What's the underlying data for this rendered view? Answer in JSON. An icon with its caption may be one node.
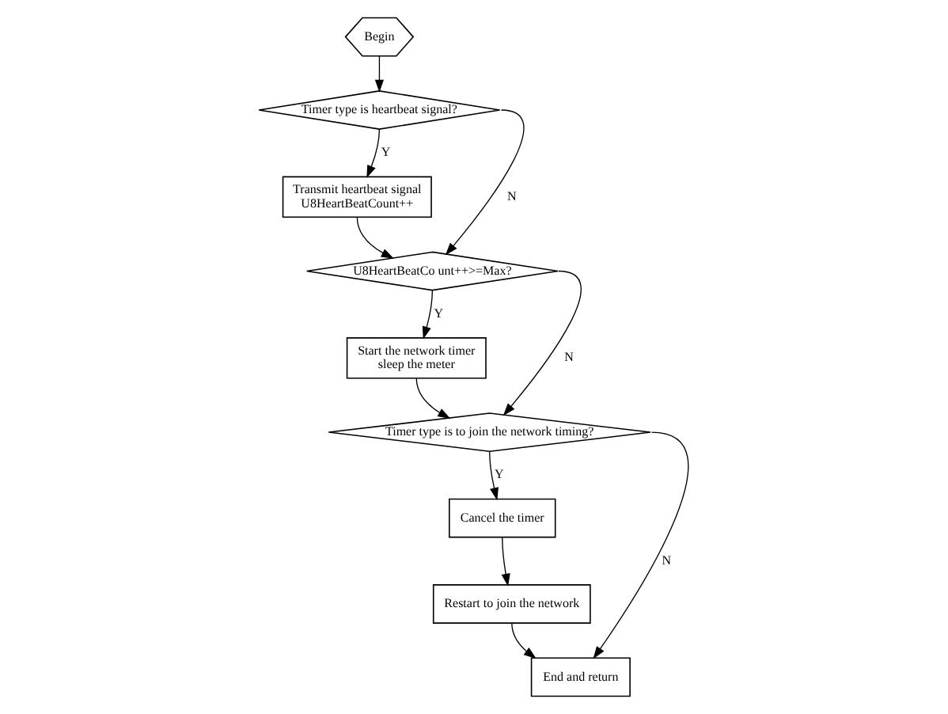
{
  "diagram": {
    "nodes": [
      {
        "text": [
          "Begin"
        ]
      },
      {
        "text": [
          "Timer type is heartbeat signal?"
        ]
      },
      {
        "text": [
          "Transmit heartbeat signal",
          "U8HeartBeatCount++"
        ]
      },
      {
        "text": [
          "U8HeartBeatCo unt++>=Max?"
        ]
      },
      {
        "text": [
          "Start the network timer",
          "sleep the meter"
        ]
      },
      {
        "text": [
          "Timer type is to join the network timing?"
        ]
      },
      {
        "text": [
          "Cancel the timer"
        ]
      },
      {
        "text": [
          "Restart to join the network"
        ]
      },
      {
        "text": [
          "End and return"
        ]
      }
    ],
    "edges": [
      {
        "from": 0,
        "to": 1,
        "arrow": "to"
      },
      {
        "from": 1,
        "to": 2,
        "arrow": "to",
        "label": "Y"
      },
      {
        "from": 1,
        "to": 3,
        "arrow": "to",
        "label": "N"
      },
      {
        "from": 2,
        "to": 3,
        "arrow": "to"
      },
      {
        "from": 3,
        "to": 4,
        "arrow": "to",
        "label": "Y"
      },
      {
        "from": 3,
        "to": 5,
        "arrow": "to",
        "label": "N"
      },
      {
        "from": 4,
        "to": 5,
        "arrow": "to"
      },
      {
        "from": 5,
        "to": 6,
        "arrow": "to",
        "label": "Y"
      },
      {
        "from": 5,
        "to": 8,
        "arrow": "to",
        "label": "N"
      },
      {
        "from": 6,
        "to": 7,
        "arrow": "to"
      },
      {
        "from": 7,
        "to": 8,
        "arrow": "to"
      }
    ]
  }
}
